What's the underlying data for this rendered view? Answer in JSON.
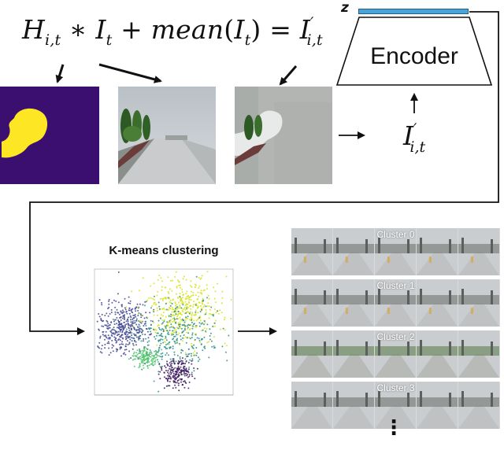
{
  "equation": {
    "h": "H",
    "h_sub": "i,t",
    "op_conv": " ∗ ",
    "i": "I",
    "i_sub": "t",
    "op_plus": " + ",
    "mean": "mean",
    "lparen": "(",
    "i2": "I",
    "i2_sub": "t",
    "rparen": ")",
    "op_eq": " = ",
    "result": "I",
    "result_sup": "′",
    "result_sub": "i,t"
  },
  "latent_label": "z",
  "encoder_label": "Encoder",
  "input_label": {
    "base": "I",
    "sup": "′",
    "sub": "i,t"
  },
  "kmeans_title": "K-means clustering",
  "clusters": [
    "Cluster 0",
    "Cluster 1",
    "Cluster 2",
    "Cluster 3"
  ],
  "more_indicator": "⋮",
  "colors": {
    "mask_background": "#3b0f70",
    "mask_foreground": "#fde725",
    "latent_bar": "#4aa3d6",
    "arrow": "#111111",
    "scatter_purple": "#404792",
    "scatter_dark": "#3e1b5e",
    "scatter_teal": "#2a8f8a",
    "scatter_green": "#4fc46a",
    "scatter_yellow": "#d8e219"
  },
  "icons": [
    "mask-image",
    "road-frame-image",
    "masked-frame-image",
    "cluster-frame-image"
  ]
}
